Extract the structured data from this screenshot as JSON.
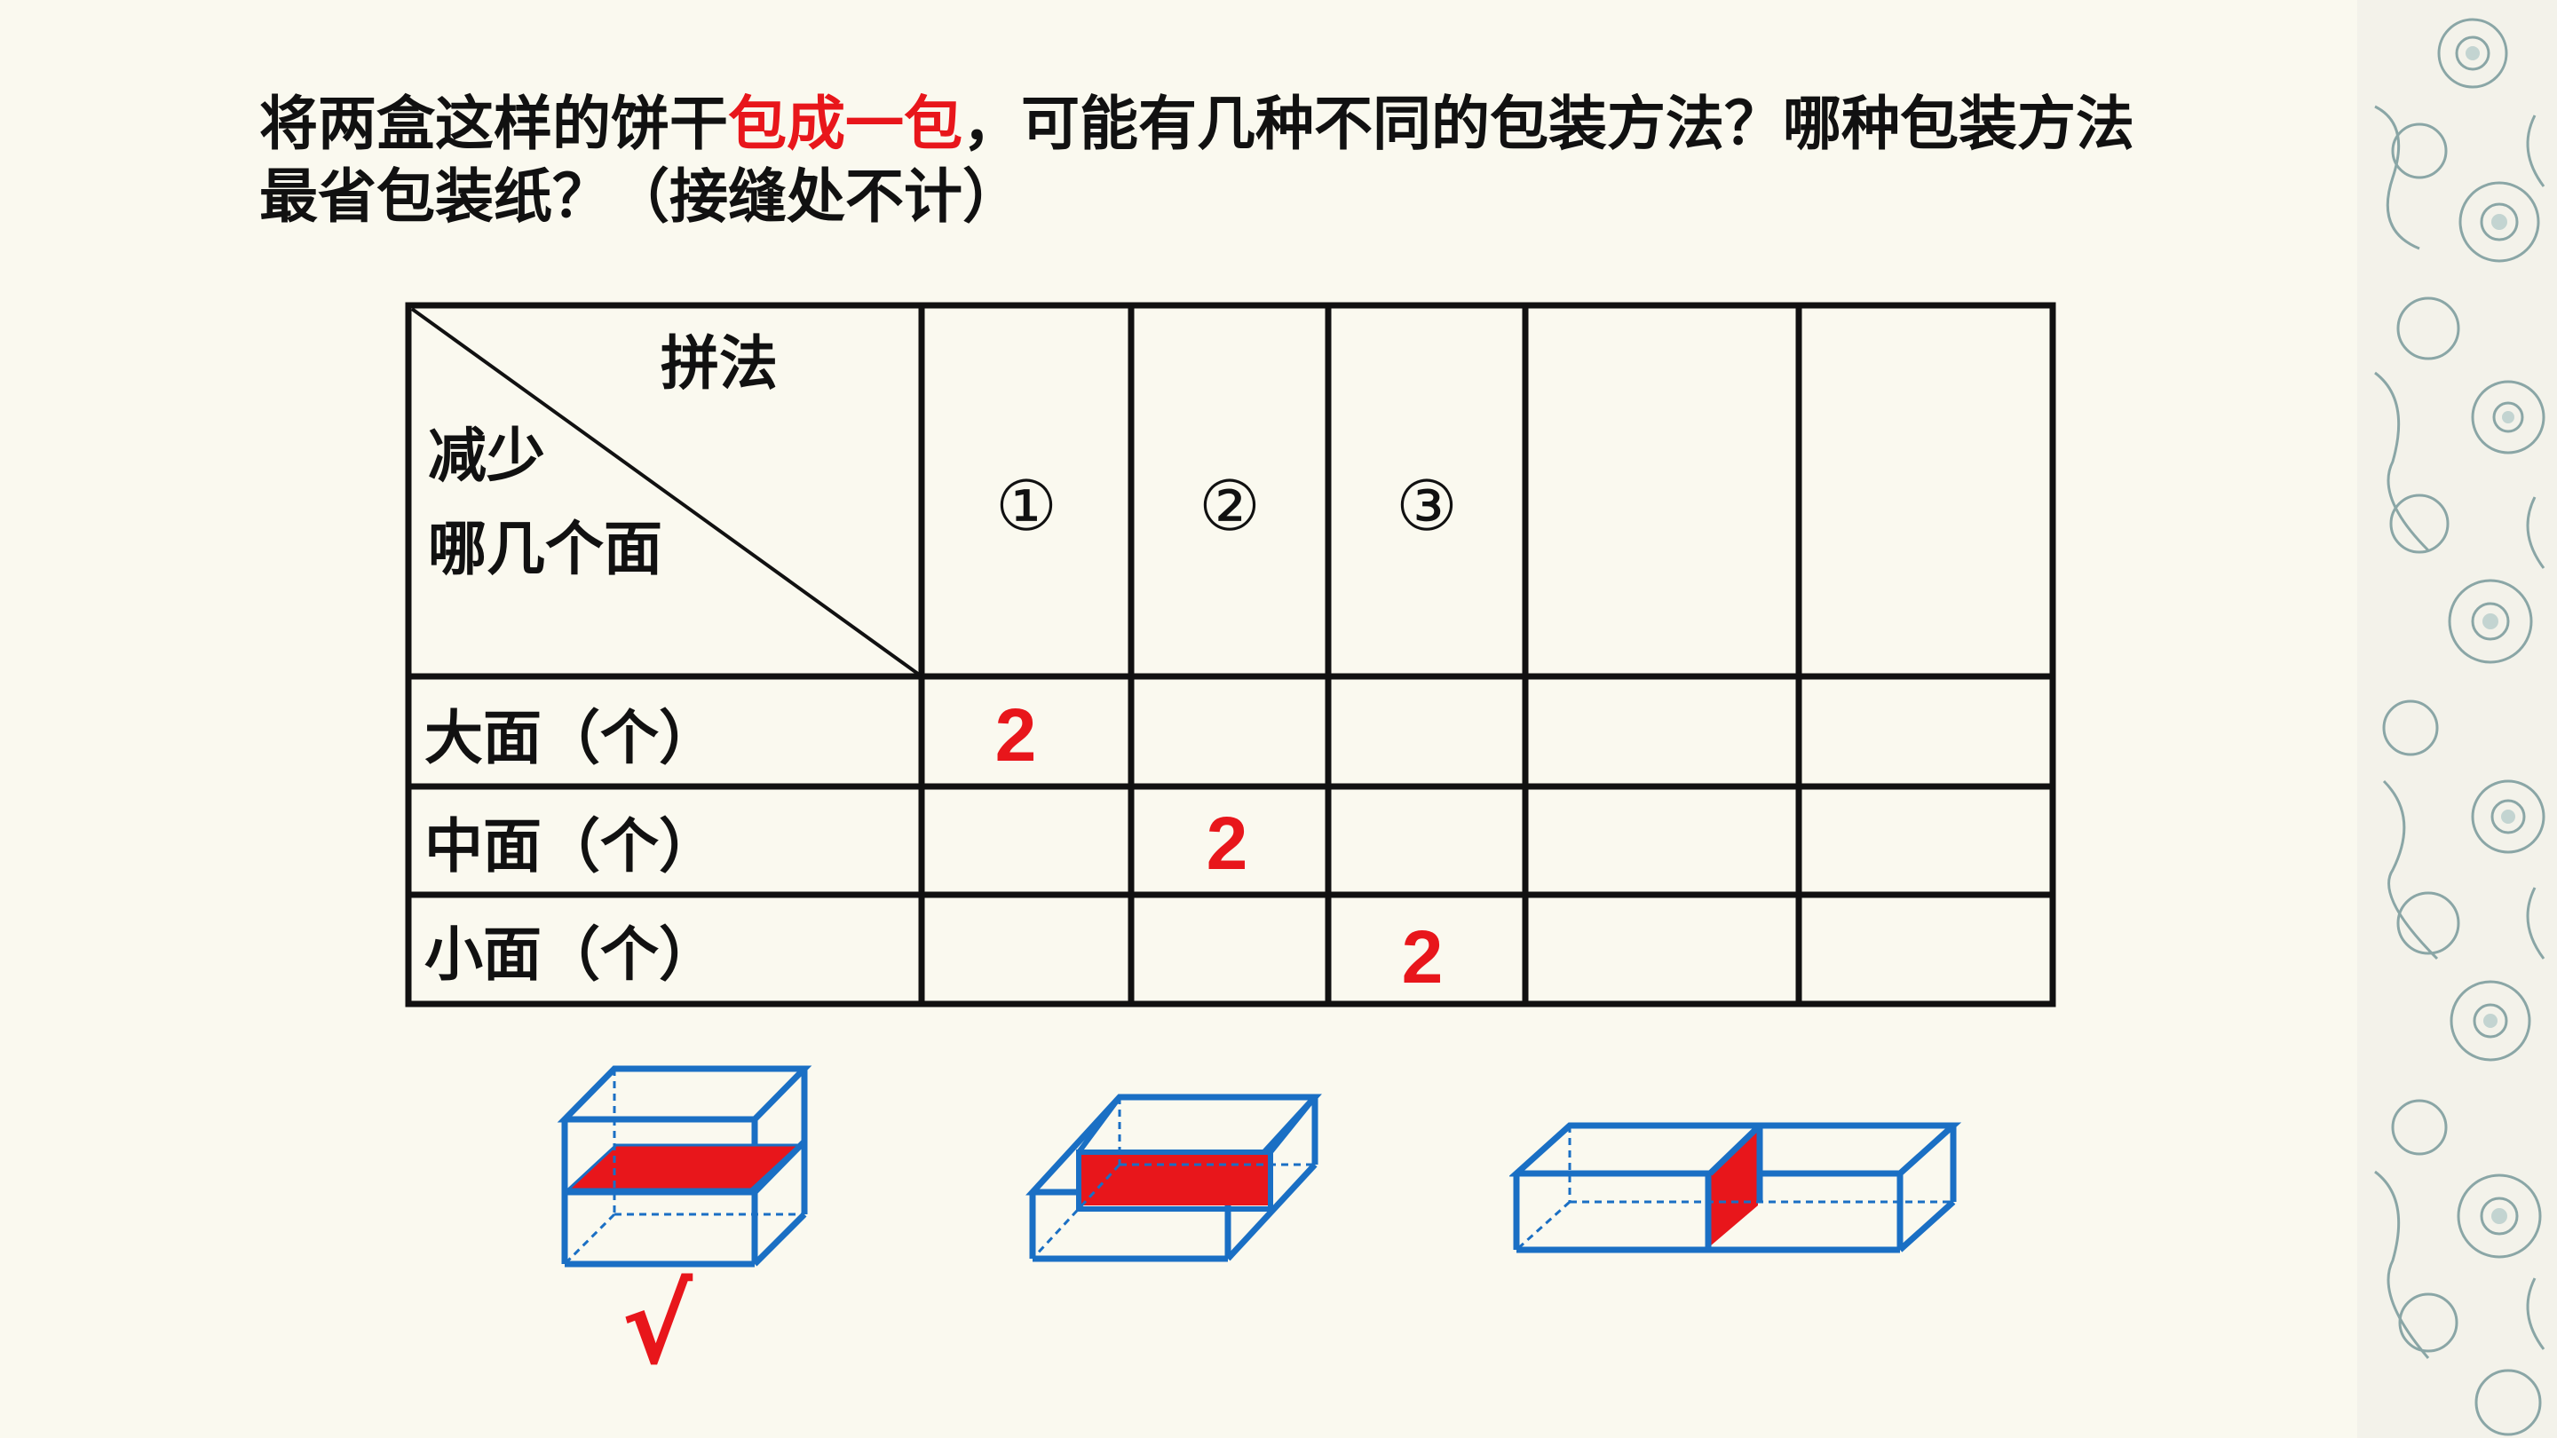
{
  "question": {
    "part1": "将两盒这样的饼干",
    "highlight": "包成一包",
    "part2": "，可能有几种不同的包装方法？哪种包装方法最省包装纸？（接缝处不计）"
  },
  "table": {
    "corner_top": "拼法",
    "corner_mid": "减少",
    "corner_bottom": "哪几个面",
    "columns": [
      "①",
      "②",
      "③",
      "",
      ""
    ],
    "rows": [
      {
        "label": "大面（个）",
        "values": [
          "2",
          "",
          "",
          "",
          ""
        ]
      },
      {
        "label": "中面（个）",
        "values": [
          "",
          "2",
          "",
          "",
          ""
        ]
      },
      {
        "label": "小面（个）",
        "values": [
          "",
          "",
          "2",
          "",
          ""
        ]
      }
    ]
  },
  "answer_mark": "√",
  "colors": {
    "accent_red": "#e8161b",
    "box_blue": "#1a6fc4",
    "background": "#faf9ef"
  }
}
